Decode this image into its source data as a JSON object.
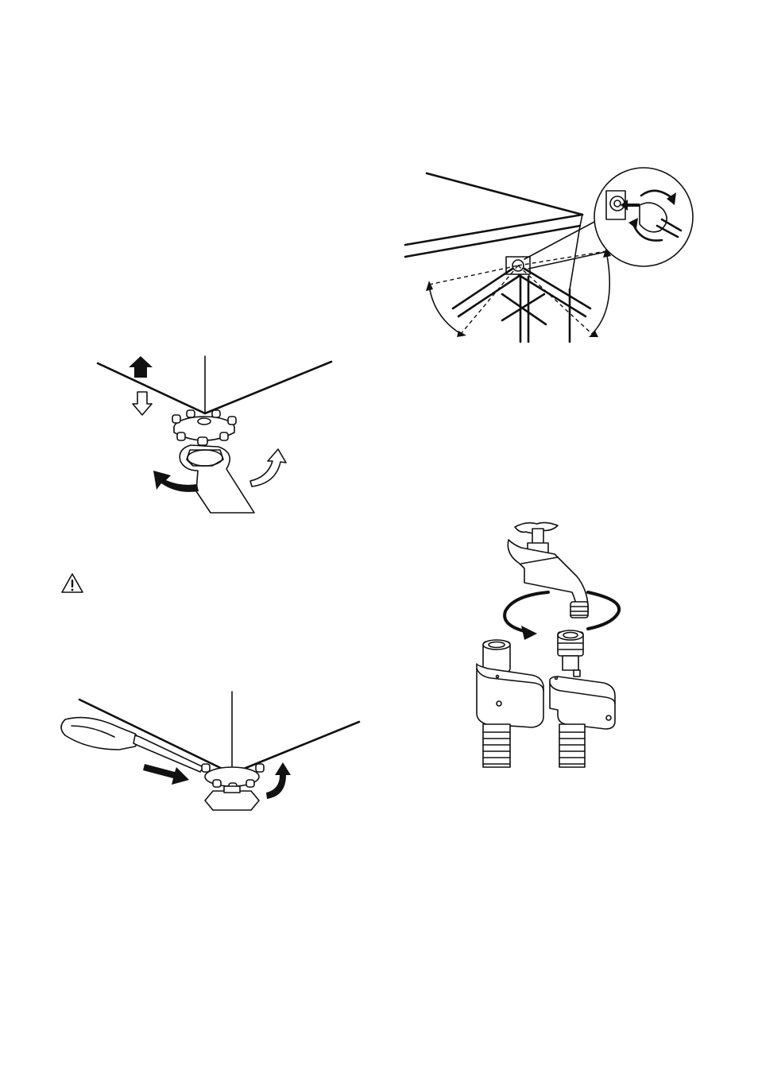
{
  "page": {
    "background": "#ffffff",
    "ink": "#111111"
  },
  "figures": {
    "foot_wrench": {
      "icon": "foot-adjust-wrench-illustration"
    },
    "warning": {
      "icon": "warning-triangle-icon"
    },
    "foot_screwdriver": {
      "icon": "foot-adjust-screwdriver-illustration"
    },
    "inlet_hose_angle": {
      "icon": "inlet-hose-angle-illustration"
    },
    "tap_connection": {
      "icon": "tap-hose-connection-illustration"
    }
  }
}
